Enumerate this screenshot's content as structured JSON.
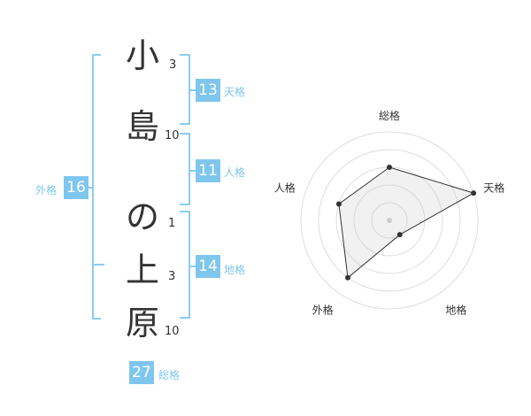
{
  "name": {
    "chars": [
      {
        "char": "小",
        "strokes": "3"
      },
      {
        "char": "島",
        "strokes": "10"
      },
      {
        "char": "の",
        "strokes": "1"
      },
      {
        "char": "上",
        "strokes": "3"
      },
      {
        "char": "原",
        "strokes": "10"
      }
    ]
  },
  "kaku": {
    "tenkaku": {
      "value": "13",
      "label": "天格"
    },
    "jinkaku": {
      "value": "11",
      "label": "人格"
    },
    "chikaku": {
      "value": "14",
      "label": "地格"
    },
    "gaikaku": {
      "value": "16",
      "label": "外格"
    },
    "soukaku": {
      "value": "27",
      "label": "総格"
    }
  },
  "colors": {
    "accent": "#7fc6ef",
    "bracket": "#8ccdf2",
    "text": "#333333"
  },
  "chart_data": {
    "type": "radar",
    "axes": [
      "総格",
      "天格",
      "地格",
      "外格",
      "人格"
    ],
    "values": [
      3,
      5,
      1,
      4,
      3
    ],
    "max": 5
  }
}
